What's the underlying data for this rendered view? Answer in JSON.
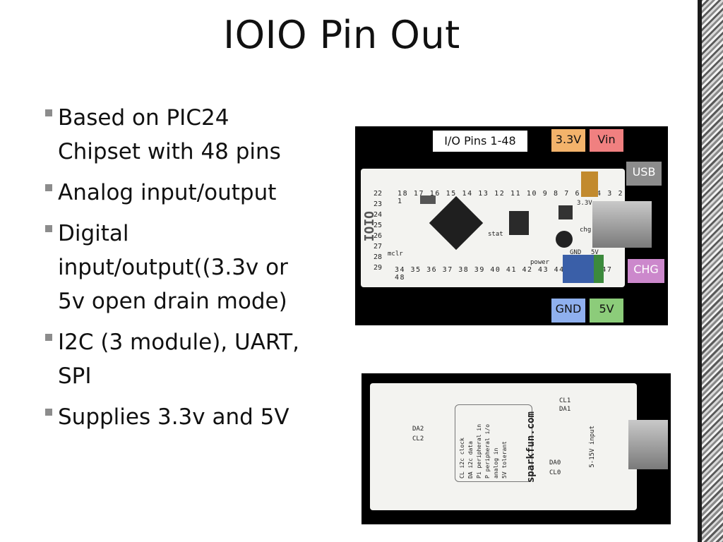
{
  "title": "IOIO Pin Out",
  "bullets": [
    {
      "lines": [
        "Based on PIC24",
        "Chipset with 48 pins"
      ]
    },
    {
      "lines": [
        "Analog input/output"
      ]
    },
    {
      "lines": [
        "Digital",
        "input/output((3.3v or",
        "5v open drain mode)"
      ]
    },
    {
      "lines": [
        "I2C (3 module), UART,",
        "SPI"
      ]
    },
    {
      "lines": [
        "Supplies 3.3v and 5V"
      ]
    }
  ],
  "photo_top": {
    "callouts": {
      "io_pins": "I/O Pins 1-48",
      "v33": "3.3V",
      "vin": "Vin",
      "usb": "USB",
      "chg": "CHG",
      "gnd": "GND",
      "v5": "5V"
    },
    "colors": {
      "v33": "#f3b36b",
      "vin": "#f08080",
      "usb": "#8c8c8c",
      "chg": "#cc88cc",
      "gnd": "#8fb0ee",
      "v5": "#8ccc7a"
    },
    "silkscreen": {
      "brand": "IOIO",
      "top_pins": "18 17 16 15 14 13 12 11 10 9 8 7 6 5 4 3 2 1",
      "left_pins": [
        "22",
        "23",
        "24",
        "25",
        "26",
        "27",
        "28",
        "29"
      ],
      "bottom_pins": "34 35 36 37 38 39 40 41 42 43 44 45 46 47 48",
      "mclr": "mclr",
      "stat": "stat",
      "power": "power",
      "chg": "chg",
      "v33": "3.3V",
      "gnd": "GND",
      "v5": "5V"
    }
  },
  "photo_bottom": {
    "legend_right": [
      "CL i2c clock",
      "DA i2c data",
      "Pi peripheral in",
      "P peripheral i/o"
    ],
    "legend_left": [
      "analog in",
      "5V tolerant"
    ],
    "brand": "sparkfun.com",
    "labels": {
      "cl1": "CL1",
      "da1": "DA1",
      "da2": "DA2",
      "cl2": "CL2",
      "da0": "DA0",
      "cl0": "CL0",
      "input": "5-15V input"
    }
  }
}
